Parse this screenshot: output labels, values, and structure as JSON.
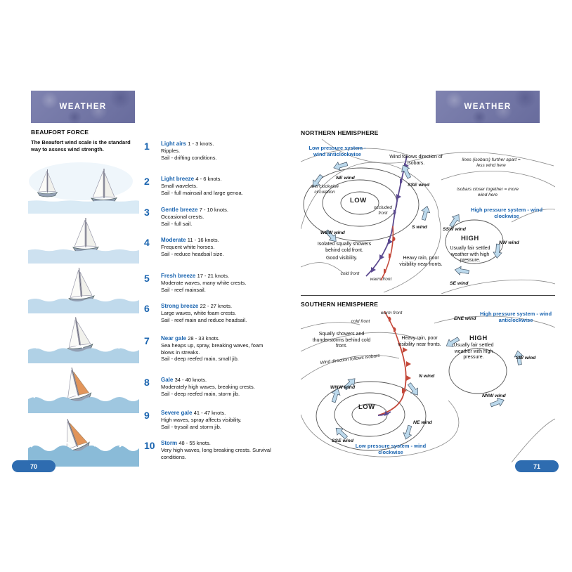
{
  "colors": {
    "accent-blue": "#1b65b0",
    "badge-purple": "#7478a9",
    "page-badge-blue": "#2e6cb0",
    "arrow-fill": "#bcd9ec",
    "front-purple": "#5c4a90",
    "front-red": "#c4483a"
  },
  "left_page": {
    "header": "WEATHER",
    "section_title": "BEAUFORT FORCE",
    "intro": "The Beaufort wind scale is the standard way to assess wind strength.",
    "page_number": "70",
    "scale": [
      {
        "number": "1",
        "name": "Light airs",
        "knots": "1 - 3 knots.",
        "desc1": "Ripples.",
        "desc2": "Sail - drifting conditions."
      },
      {
        "number": "2",
        "name": "Light breeze",
        "knots": "4 - 6 knots.",
        "desc1": "Small wavelets.",
        "desc2": "Sail - full mainsail and large genoa."
      },
      {
        "number": "3",
        "name": "Gentle breeze",
        "knots": "7 - 10 knots.",
        "desc1": "Occasional crests.",
        "desc2": "Sail - full sail."
      },
      {
        "number": "4",
        "name": "Moderate",
        "knots": "11 - 16 knots.",
        "desc1": "Frequent white horses.",
        "desc2": "Sail - reduce headsail size."
      },
      {
        "number": "5",
        "name": "Fresh breeze",
        "knots": "17 - 21 knots.",
        "desc1": "Moderate waves, many white crests.",
        "desc2": "Sail - reef mainsail."
      },
      {
        "number": "6",
        "name": "Strong breeze",
        "knots": "22 - 27 knots.",
        "desc1": "Large waves, white foam crests.",
        "desc2": "Sail - reef main and reduce headsail."
      },
      {
        "number": "7",
        "name": "Near gale",
        "knots": "28 - 33 knots.",
        "desc1": "Sea heaps up, spray, breaking waves, foam blows in streaks.",
        "desc2": "Sail - deep reefed main, small jib."
      },
      {
        "number": "8",
        "name": "Gale",
        "knots": "34 - 40 knots.",
        "desc1": "Moderately high waves, breaking crests.",
        "desc2": "Sail - deep reefed main, storm jib."
      },
      {
        "number": "9",
        "name": "Severe gale",
        "knots": "41 - 47 knots.",
        "desc1": "High waves, spray affects visibility.",
        "desc2": "Sail - trysail and storm jib."
      },
      {
        "number": "10",
        "name": "Storm",
        "knots": "48 - 55 knots.",
        "desc1": "Very high waves, long breaking crests. Survival conditions.",
        "desc2": ""
      }
    ]
  },
  "right_page": {
    "header": "WEATHER",
    "page_number": "71",
    "northern": {
      "title": "NORTHERN HEMISPHERE",
      "labels": {
        "low_system": "Low pressure system - wind anticlockwise",
        "wind_follows": "Wind follows direction of isobars.",
        "isobars_apart": "lines (isobars) further apart = less wind here",
        "ne_wind": "NE wind",
        "sse_wind": "SSE wind",
        "anticlockwise": "anti clockwise circulation",
        "low": "LOW",
        "occluded_front": "occluded front",
        "isobars_closer": "isobars closer together = more wind here",
        "high_system": "High pressure system - wind clockwise",
        "s_wind": "S wind",
        "wsw_wind": "WSW wind",
        "ssw_wind": "SSW wind",
        "high": "HIGH",
        "nw_wind": "NW wind",
        "squally": "Isolated squally showers behind cold front.",
        "visibility": "Good visibility.",
        "heavy_rain": "Heavy rain, poor visibility near fronts.",
        "fair_weather": "Usually fair settled weather with high pressure.",
        "cold_front": "cold front",
        "warm_front": "warm front",
        "se_wind": "SE wind"
      }
    },
    "southern": {
      "title": "SOUTHERN HEMISPHERE",
      "labels": {
        "warm_front": "warm front",
        "cold_front": "cold front",
        "ene_wind": "ENE wind",
        "high_system": "High pressure system - wind anticlockwise",
        "high": "HIGH",
        "fair_weather": "Usually fair settled weather with high pressure.",
        "sw_wind": "SW wind",
        "squally": "Squally showers and thunderstorms behind cold front.",
        "heavy_rain": "Heavy rain, poor visibility near fronts.",
        "wind_direction": "Wind direction follows isobars",
        "n_wind": "N wind",
        "wnw_wind": "WNW wind",
        "nnw_wind": "NNW wind",
        "low": "LOW",
        "ne_wind": "NE wind",
        "sse_wind": "SSE wind",
        "low_system": "Low pressure system - wind clockwise"
      }
    }
  }
}
